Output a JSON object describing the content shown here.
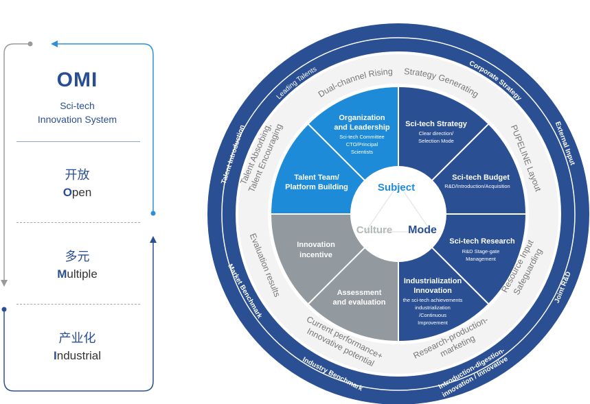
{
  "left_panel": {
    "title": "OMI",
    "subtitle_line1": "Sci-tech",
    "subtitle_line2": "Innovation System",
    "sections": [
      {
        "zh": "开放",
        "en_first": "O",
        "en_rest": "pen"
      },
      {
        "zh": "多元",
        "en_first": "M",
        "en_rest": "ultiple"
      },
      {
        "zh": "产业化",
        "en_first": "I",
        "en_rest": "ndustrial"
      }
    ]
  },
  "wheel": {
    "outer_ring": {
      "leading_talents": "Leading Talents",
      "corporate_strategy": "Corporate Strategy",
      "external_input": "External Input",
      "joint_rd": "Joint R&D",
      "introduction_line1": "Introduction-digestion-",
      "introduction_line2": "innovation / Innovative",
      "industry_benchmark": "Industry Benchmark",
      "market_benchmark": "Market Benchmark",
      "talent_introduction": "Talent Introduction"
    },
    "middle_ring": {
      "dual_channel": "Dual-channel Rising",
      "strategy_generating": "Strategy Generating",
      "pipeline_layout": "PUPELINE Layout",
      "resource_line1": "Resource Input",
      "resource_line2": "Safeguarding",
      "research_line1": "Research-production-",
      "research_line2": "marketing",
      "current_line1": "Current performance+",
      "current_line2": "Innovative potential",
      "evaluation_results": "Evaluation results",
      "talent_line1": "Talent Absorbing,",
      "talent_line2": "Talent Encouraging"
    },
    "segments": {
      "org_title1": "Organization",
      "org_title2": "and Leadership",
      "org_sub1": "Sci-tech Committee",
      "org_sub2": "CTO/Principal",
      "org_sub3": "Scientists",
      "strategy_title": "Sci-tech Strategy",
      "strategy_sub1": "Clear direction/",
      "strategy_sub2": "Selection Mode",
      "budget_title": "Sci-tech Budget",
      "budget_sub": "R&D/Introduction/Acquisition",
      "research_title": "Sci-tech Research",
      "research_sub1": "R&D Stage-gate",
      "research_sub2": "Management",
      "ind_title1": "Industrialization",
      "ind_title2": "Innovation",
      "ind_sub1": "the sci-tech achievements",
      "ind_sub2": "industrialization",
      "ind_sub3": "/Continuous",
      "ind_sub4": "Improvement",
      "assess_title1": "Assessment",
      "assess_title2": "and evaluation",
      "incentive_title1": "Innovation",
      "incentive_title2": "incentive",
      "talent_title1": "Talent Team/",
      "talent_title2": "Platform Building"
    },
    "center": {
      "subject": "Subject",
      "culture": "Culture",
      "mode": "Mode"
    }
  },
  "colors": {
    "navy": "#2a4f93",
    "light_blue": "#1e8bd9",
    "gray": "#939a9f",
    "ring_bg": "#f3f3f3"
  }
}
